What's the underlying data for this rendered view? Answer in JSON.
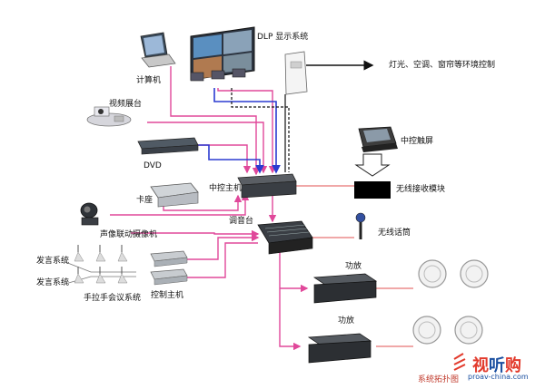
{
  "labels": {
    "dlp": "DLP 显示系统",
    "env_control": "灯光、空调、窗帘等环境控制",
    "computer": "计算机",
    "video_booth": "视频展台",
    "touchscreen": "中控触屏",
    "dvd": "DVD",
    "central_host": "中控主机",
    "wireless_module": "无线接收模块",
    "cassette": "卡座",
    "mixer": "调音台",
    "wireless_mic": "无线话筒",
    "camera": "声像联动摄像机",
    "speaker_system_1": "发言系统",
    "speaker_system_2": "发言系统",
    "conference_system": "手拉手会议系统",
    "control_host": "控制主机",
    "amp_1": "功放",
    "amp_2": "功放"
  },
  "footer": {
    "caption": "系统拓扑图",
    "brand_a": "视",
    "brand_b": "听",
    "brand_c": "购",
    "url": "proav-china.com"
  },
  "colors": {
    "pink": "#e0489a",
    "blue": "#2b3bd0",
    "black": "#111111",
    "red": "#e05050",
    "brand_blue": "#1a4fa0",
    "brand_red": "#e23a2c"
  }
}
